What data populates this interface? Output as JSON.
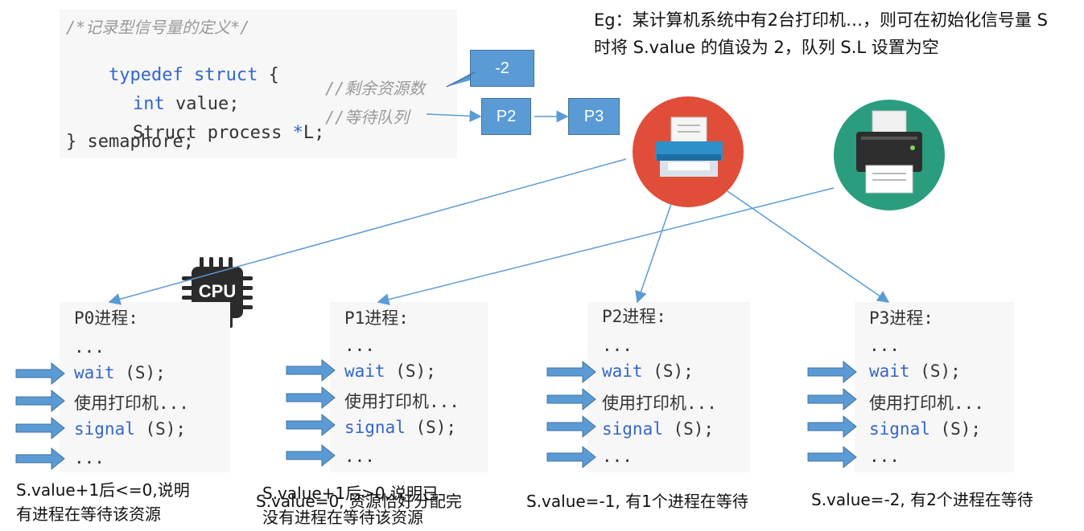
{
  "code": {
    "comment": "/*记录型信号量的定义*/",
    "line1_kw": "typedef struct",
    "line1_brace": " {",
    "line2_kw": "int",
    "line2_rest": " value;",
    "line2_comment": "//剩余资源数",
    "line3_text": "Struct process ",
    "line3_star": "*",
    "line3_rest": "L;",
    "line3_comment": "//等待队列",
    "line4": "} semaphore;"
  },
  "value_box": "-2",
  "queue": [
    "P2",
    "P3"
  ],
  "example_note": "Eg：某计算机系统中有2台打印机…，则可在初始化信号量 S 时将 S.value 的值设为 2，队列 S.L 设置为空",
  "cpu_label": "CPU",
  "processes": [
    {
      "title": "P0进程:",
      "dots": "...",
      "wait_kw": "wait",
      "wait_rest": " (S);",
      "use": "使用打印机...",
      "signal_kw": "signal",
      "signal_rest": " (S);",
      "end": "..."
    },
    {
      "title": "P1进程:",
      "dots": "...",
      "wait_kw": "wait",
      "wait_rest": " (S);",
      "use": "使用打印机...",
      "signal_kw": "signal",
      "signal_rest": " (S);",
      "end": "..."
    },
    {
      "title": "P2进程:",
      "dots": "...",
      "wait_kw": "wait",
      "wait_rest": " (S);",
      "use": "使用打印机...",
      "signal_kw": "signal",
      "signal_rest": " (S);",
      "end": "..."
    },
    {
      "title": "P3进程:",
      "dots": "...",
      "wait_kw": "wait",
      "wait_rest": " (S);",
      "use": "使用打印机...",
      "signal_kw": "signal",
      "signal_rest": " (S);",
      "end": "..."
    }
  ],
  "captions": {
    "p0_line1": "S.value+1后<=0,说明",
    "p0_line2": "有进程在等待该资源",
    "p1_a_line1": "S.value+1后>0,说明已",
    "p1_a_line2": "没有进程在等待该资源",
    "p1_b": "S.value=0, 资源恰好分配完",
    "p2": "S.value=-1, 有1个进程在等待",
    "p3": "S.value=-2, 有2个进程在等待"
  },
  "colors": {
    "box_blue": "#5b9bd5",
    "printer1_bg": "#e04e39",
    "printer2_bg": "#2a9d7f",
    "arrow": "#5b9bd5",
    "keyword": "#3366cc"
  }
}
